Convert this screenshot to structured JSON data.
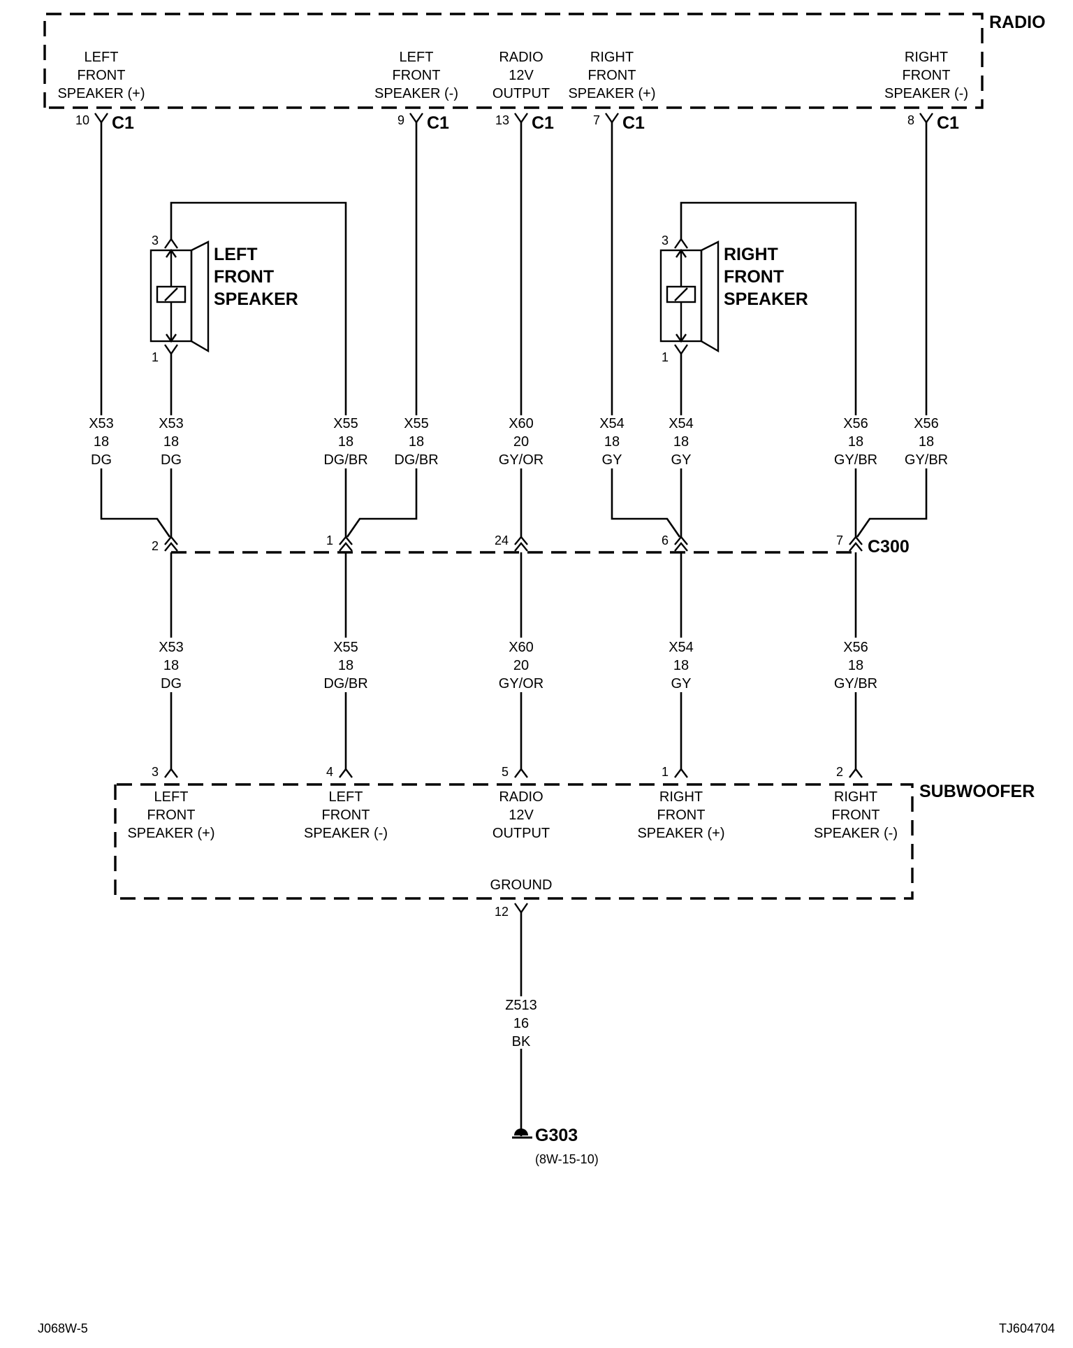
{
  "radio": {
    "title": "RADIO",
    "connector": "C1",
    "pins": [
      {
        "num": "10",
        "label": [
          "LEFT",
          "FRONT",
          "SPEAKER (+)"
        ]
      },
      {
        "num": "9",
        "label": [
          "LEFT",
          "FRONT",
          "SPEAKER (-)"
        ]
      },
      {
        "num": "13",
        "label": [
          "RADIO",
          "12V",
          "OUTPUT"
        ]
      },
      {
        "num": "7",
        "label": [
          "RIGHT",
          "FRONT",
          "SPEAKER (+)"
        ]
      },
      {
        "num": "8",
        "label": [
          "RIGHT",
          "FRONT",
          "SPEAKER (-)"
        ]
      }
    ]
  },
  "left_speaker": {
    "label": [
      "LEFT",
      "FRONT",
      "SPEAKER"
    ],
    "pin_top": "3",
    "pin_bottom": "1"
  },
  "right_speaker": {
    "label": [
      "RIGHT",
      "FRONT",
      "SPEAKER"
    ],
    "pin_top": "3",
    "pin_bottom": "1"
  },
  "upper_wires": [
    {
      "circuit": "X53",
      "gauge": "18",
      "color": "DG"
    },
    {
      "circuit": "X53",
      "gauge": "18",
      "color": "DG"
    },
    {
      "circuit": "X55",
      "gauge": "18",
      "color": "DG/BR"
    },
    {
      "circuit": "X55",
      "gauge": "18",
      "color": "DG/BR"
    },
    {
      "circuit": "X60",
      "gauge": "20",
      "color": "GY/OR"
    },
    {
      "circuit": "X54",
      "gauge": "18",
      "color": "GY"
    },
    {
      "circuit": "X54",
      "gauge": "18",
      "color": "GY"
    },
    {
      "circuit": "X56",
      "gauge": "18",
      "color": "GY/BR"
    },
    {
      "circuit": "X56",
      "gauge": "18",
      "color": "GY/BR"
    }
  ],
  "c300": {
    "name": "C300",
    "pins": [
      "2",
      "1",
      "24",
      "6",
      "7"
    ]
  },
  "lower_wires": [
    {
      "circuit": "X53",
      "gauge": "18",
      "color": "DG"
    },
    {
      "circuit": "X55",
      "gauge": "18",
      "color": "DG/BR"
    },
    {
      "circuit": "X60",
      "gauge": "20",
      "color": "GY/OR"
    },
    {
      "circuit": "X54",
      "gauge": "18",
      "color": "GY"
    },
    {
      "circuit": "X56",
      "gauge": "18",
      "color": "GY/BR"
    }
  ],
  "subwoofer": {
    "title": "SUBWOOFER",
    "pins": [
      {
        "num": "3",
        "label": [
          "LEFT",
          "FRONT",
          "SPEAKER (+)"
        ]
      },
      {
        "num": "4",
        "label": [
          "LEFT",
          "FRONT",
          "SPEAKER (-)"
        ]
      },
      {
        "num": "5",
        "label": [
          "RADIO",
          "12V",
          "OUTPUT"
        ]
      },
      {
        "num": "1",
        "label": [
          "RIGHT",
          "FRONT",
          "SPEAKER (+)"
        ]
      },
      {
        "num": "2",
        "label": [
          "RIGHT",
          "FRONT",
          "SPEAKER (-)"
        ]
      }
    ],
    "ground_label": "GROUND",
    "ground_pin": "12"
  },
  "ground_wire": {
    "circuit": "Z513",
    "gauge": "16",
    "color": "BK"
  },
  "ground": {
    "name": "G303",
    "ref": "(8W-15-10)"
  },
  "footer": {
    "left": "J068W-5",
    "right": "TJ604704"
  }
}
